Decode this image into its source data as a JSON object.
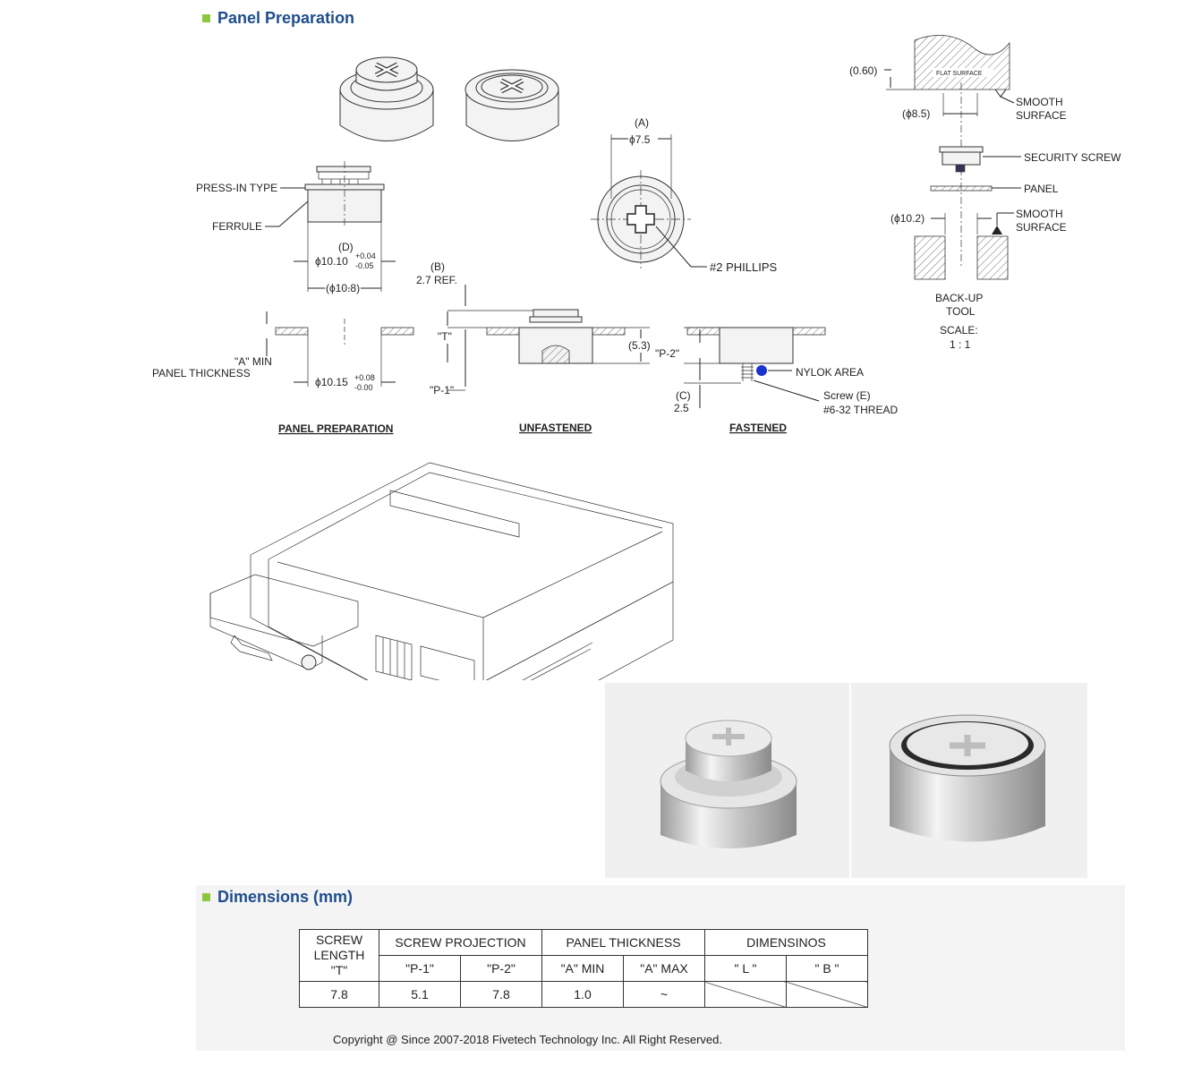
{
  "sections": {
    "panel_preparation": "Panel Preparation",
    "dimensions": "Dimensions (mm)"
  },
  "drawing": {
    "press_in_type": "PRESS-IN TYPE",
    "ferrule": "FERRULE",
    "d_label": "(D)",
    "d_value": "ϕ10.10",
    "d_tol_plus": "+0.04",
    "d_tol_minus": "-0.05",
    "d108": "(ϕ10.8)",
    "a_label": "(A)",
    "a_value": "ϕ7.5",
    "phillips": "#2 PHILLIPS",
    "b_label": "(B)",
    "b_value": "2.7 REF.",
    "t_label": "\"T\"",
    "p1_label": "\"P-1\"",
    "p2_label": "\"P-2\"",
    "v53": "(5.3)",
    "a_min_1": "\"A\" MIN",
    "a_min_2": "PANEL THICKNESS",
    "d1015": "ϕ10.15",
    "d1015_plus": "+0.08",
    "d1015_minus": "-0.00",
    "nylok": "NYLOK AREA",
    "screw_e": "Screw (E)",
    "thread": "#6-32 THREAD",
    "c_label": "(C)",
    "c_value": "2.5",
    "cap_prep": "PANEL PREPARATION",
    "cap_unf": "UNFASTENED",
    "cap_fast": "FASTENED",
    "v060": "(0.60)",
    "flat_surface": "FLAT SURFACE",
    "smooth_surface_1a": "SMOOTH",
    "smooth_surface_1b": "SURFACE",
    "d85": "(ϕ8.5)",
    "security_screw": "SECURITY SCREW",
    "panel": "PANEL",
    "d102": "(ϕ10.2)",
    "smooth_surface_2a": "SMOOTH",
    "smooth_surface_2b": "SURFACE",
    "backup_1": "BACK-UP",
    "backup_2": "TOOL",
    "scale_1": "SCALE:",
    "scale_2": "1 : 1"
  },
  "table": {
    "h_screw_length_1": "SCREW",
    "h_screw_length_2": "LENGTH",
    "h_screw_length_3": "\"T\"",
    "h_projection": "SCREW PROJECTION",
    "h_thickness": "PANEL THICKNESS",
    "h_dimensions": "DIMENSINOS",
    "sub_p1": "\"P-1\"",
    "sub_p2": "\"P-2\"",
    "sub_amin": "\"A\" MIN",
    "sub_amax": "\"A\" MAX",
    "sub_l": "\" L \"",
    "sub_b": "\" B \"",
    "row": [
      "7.8",
      "5.1",
      "7.8",
      "1.0",
      "~"
    ]
  },
  "copyright": "Copyright @ Since 2007-2018 Fivetech Technology Inc. All Right Reserved."
}
